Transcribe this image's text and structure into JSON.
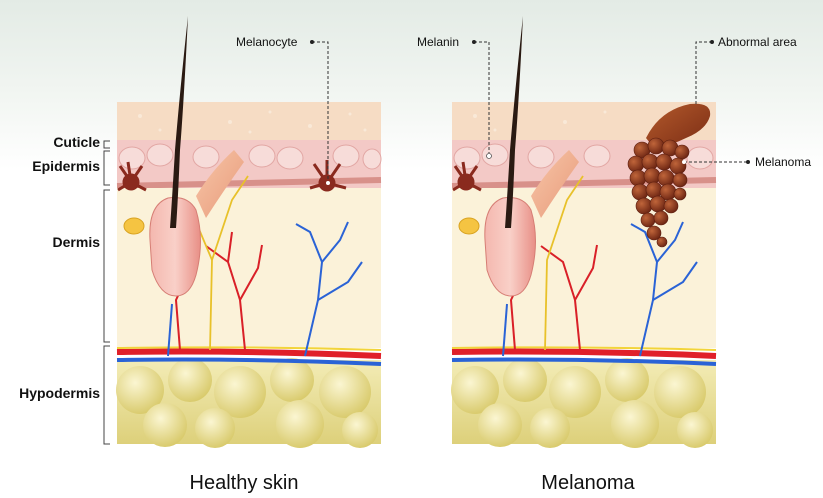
{
  "layers": {
    "cuticle": "Cuticle",
    "epidermis": "Epidermis",
    "dermis": "Dermis",
    "hypodermis": "Hypodermis"
  },
  "callouts": {
    "melanocyte": "Melanocyte",
    "melanin": "Melanin",
    "abnormal_area": "Abnormal area",
    "melanoma": "Melanoma"
  },
  "captions": {
    "healthy": "Healthy skin",
    "melanoma": "Melanoma"
  },
  "colors": {
    "cuticle": "#f6dcc4",
    "epidermis": "#f3c9c6",
    "dermis": "#fbf2d9",
    "hypodermis_fat": "#ede39a",
    "artery": "#e0202a",
    "vein": "#2a63d6",
    "nerve": "#f2d43a",
    "hair": "#2a1a12",
    "follicle": "#f2a8a0",
    "melanocyte": "#8a2a1e",
    "tumor": "#8b3a1e"
  }
}
